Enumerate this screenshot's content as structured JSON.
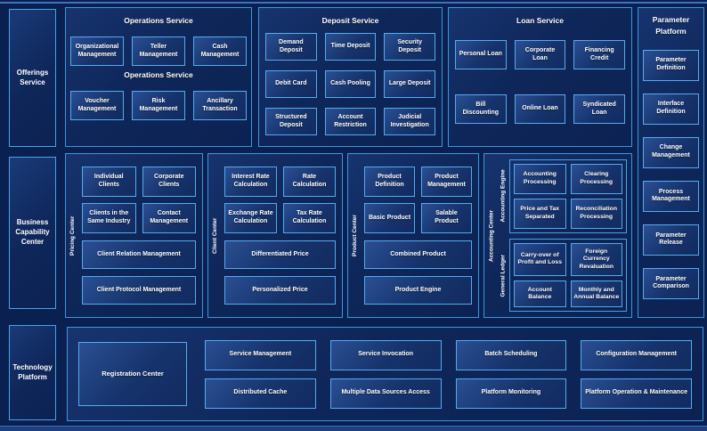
{
  "colors": {
    "background": "#0a2051",
    "panel_border": "#3e95dd",
    "box_border": "#55abee",
    "frame_line": "#3f74bd",
    "bottom_band": "#1d3f7e",
    "text": "#ffffff"
  },
  "sidebar": {
    "items": [
      {
        "label": "Offerings Service"
      },
      {
        "label": "Business Capability Center"
      },
      {
        "label": "Technology Platform"
      }
    ]
  },
  "operations": {
    "title": "Operations Service",
    "mid_label": "Operations Service",
    "row1": [
      "Organizational Management",
      "Teller Management",
      "Cash Management"
    ],
    "row2": [
      "Voucher Management",
      "Risk Management",
      "Ancillary Transaction"
    ]
  },
  "deposit": {
    "title": "Deposit Service",
    "boxes": [
      "Demand Deposit",
      "Time Deposit",
      "Security Deposit",
      "Debit Card",
      "Cash Pooling",
      "Large Deposit",
      "Structured Deposit",
      "Account Restriction",
      "Judicial Investigation"
    ]
  },
  "loan": {
    "title": "Loan Service",
    "boxes": [
      "Personal Loan",
      "Corporate Loan",
      "Financing Credit",
      "Bill Discounting",
      "Online Loan",
      "Syndicated Loan"
    ]
  },
  "parameter": {
    "title": "Parameter Platform",
    "boxes": [
      "Parameter Definition",
      "Interface Definition",
      "Change Management",
      "Process Management",
      "Parameter Release",
      "Parameter Comparison"
    ]
  },
  "pricing_panel": {
    "label": "Pricing Center",
    "small": [
      "Individual Clients",
      "Corporate Clients",
      "Clients in the Same Industry",
      "Contact Management"
    ],
    "wide": [
      "Client Relation Management",
      "Client Protocol Management"
    ]
  },
  "client_panel": {
    "label": "Client Center",
    "small": [
      "Interest Rate Calculation",
      "Rate Calculation",
      "Exchange Rate Calculation",
      "Tax Rate Calculation"
    ],
    "wide": [
      "Differentiated Price",
      "Personalized Price"
    ]
  },
  "product_panel": {
    "label": "Product Center",
    "small": [
      "Product Definition",
      "Product Management",
      "Basic Product",
      "Salable Product"
    ],
    "wide": [
      "Combined Product",
      "Product Engine"
    ]
  },
  "accounting_panel": {
    "label": "Accounting Center",
    "groups": [
      {
        "label": "Accounting Engine",
        "boxes": [
          "Accounting Processing",
          "Clearing Processing",
          "Price and Tax Separated",
          "Reconciliation Processing"
        ]
      },
      {
        "label": "General Ledger",
        "boxes": [
          "Carry-over of Profit and Loss",
          "Foreign Currency Revaluation",
          "Account Balance",
          "Monthly and Annual Balance"
        ]
      }
    ]
  },
  "technology": {
    "registration": "Registration Center",
    "row1": [
      "Service Management",
      "Service Invocation",
      "Batch Scheduling",
      "Configuration Management"
    ],
    "row2": [
      "Distributed Cache",
      "Multiple Data Sources Access",
      "Platform Monitoring",
      "Platform Operation & Maintenance"
    ]
  }
}
